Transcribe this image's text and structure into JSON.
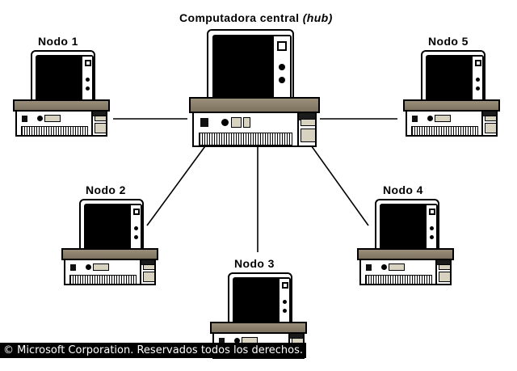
{
  "diagram": {
    "title_main": "Computadora central",
    "title_italic": "(hub)",
    "type": "star-network-topology",
    "nodes": [
      {
        "id": "node1",
        "label": "Nodo 1"
      },
      {
        "id": "node2",
        "label": "Nodo 2"
      },
      {
        "id": "node3",
        "label": "Nodo 3"
      },
      {
        "id": "node4",
        "label": "Nodo 4"
      },
      {
        "id": "node5",
        "label": "Nodo 5"
      }
    ],
    "hub": {
      "id": "hub",
      "label": "Computadora central (hub)"
    },
    "connections": [
      {
        "from": "hub",
        "to": "node1",
        "style": "horizontal"
      },
      {
        "from": "hub",
        "to": "node5",
        "style": "horizontal"
      },
      {
        "from": "hub",
        "to": "node2",
        "style": "diagonal"
      },
      {
        "from": "hub",
        "to": "node3",
        "style": "vertical"
      },
      {
        "from": "hub",
        "to": "node4",
        "style": "diagonal"
      }
    ]
  },
  "caption": {
    "text": "© Microsoft Corporation. Reservados todos los derechos."
  },
  "colors": {
    "line": "#000000",
    "screen": "#000000",
    "case_top": "#8a7f6a",
    "case_body": "#ffffff",
    "drive_beige": "#d8d2c0",
    "caption_bg": "#000000",
    "caption_fg": "#ffffff"
  }
}
